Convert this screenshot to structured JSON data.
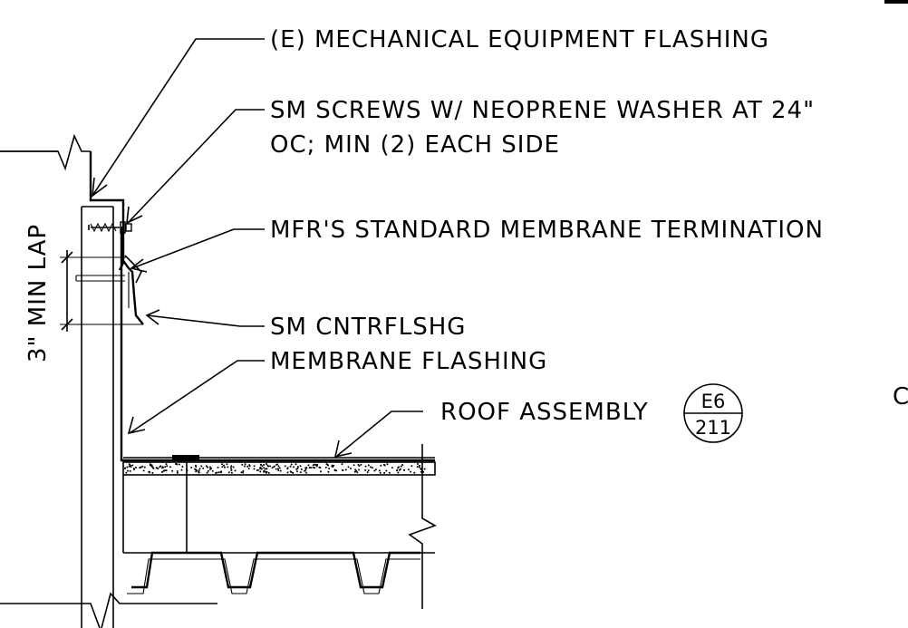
{
  "labels": {
    "equipment_flashing": "(E) MECHANICAL EQUIPMENT FLASHING",
    "screws_line1": "SM SCREWS W/ NEOPRENE WASHER AT 24\"",
    "screws_line2": "OC; MIN (2) EACH SIDE",
    "membrane_termination": "MFR'S STANDARD MEMBRANE TERMINATION",
    "counterflashing": "SM CNTRFLSHG",
    "membrane_flashing": "MEMBRANE FLASHING",
    "roof_assembly": "ROOF ASSEMBLY",
    "min_lap": "3\" MIN LAP",
    "edge_fragment": "C"
  },
  "detail_tag": {
    "detail": "E6",
    "sheet": "211"
  }
}
